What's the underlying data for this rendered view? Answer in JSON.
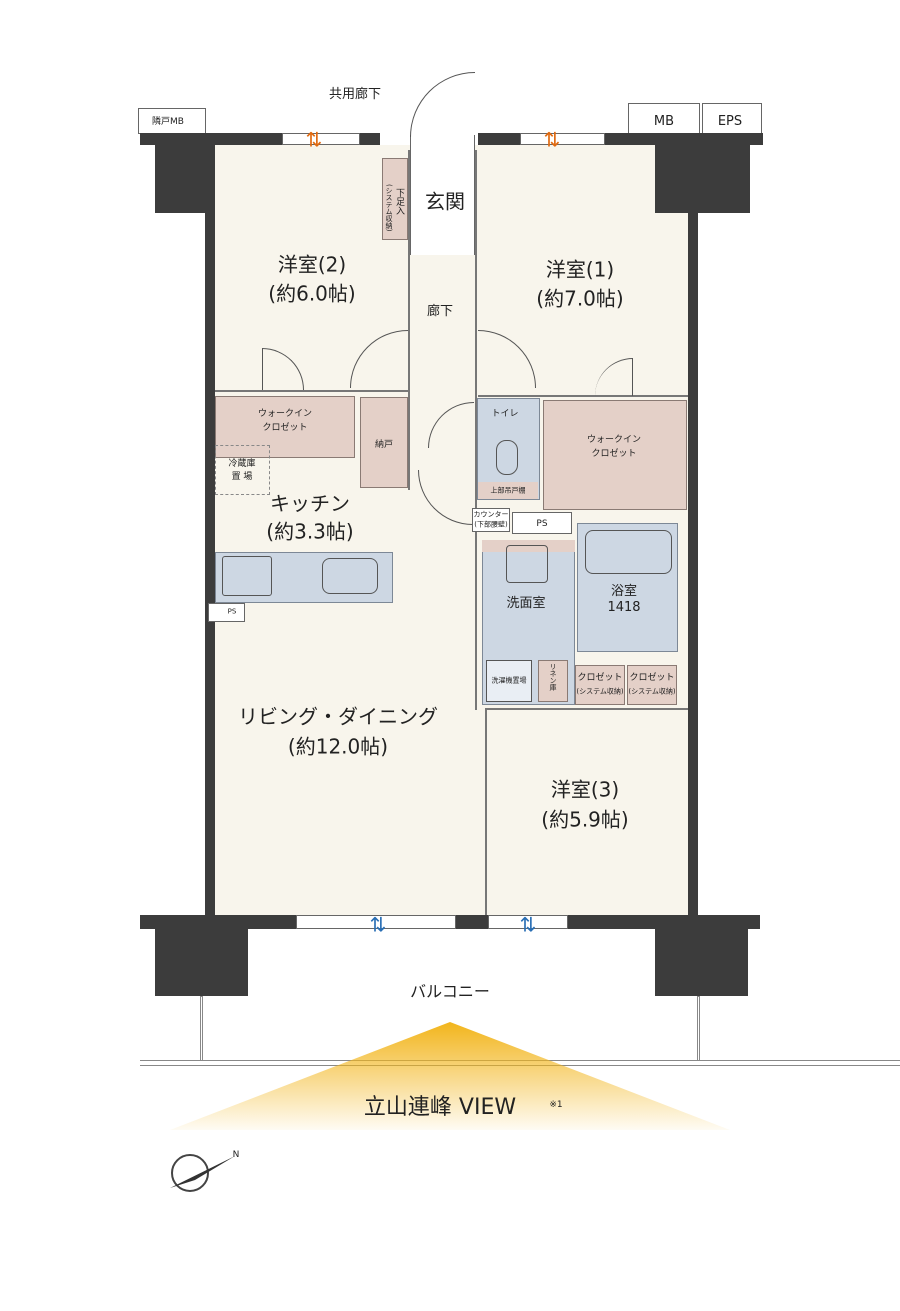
{
  "labels": {
    "common_corridor": "共用廊下",
    "neighbor_mb": "隣戸MB",
    "mb": "MB",
    "eps": "EPS",
    "entrance": "玄関",
    "shoe_storage": "下足入",
    "system_storage": "(システム収納)",
    "hallway": "廊下",
    "room2_name": "洋室(2)",
    "room2_size": "(約6.0帖)",
    "room1_name": "洋室(1)",
    "room1_size": "(約7.0帖)",
    "wic": "ウォークイン",
    "wic2": "クロゼット",
    "storage": "納戸",
    "fridge": "冷蔵庫",
    "fridge2": "置 場",
    "kitchen_name": "キッチン",
    "kitchen_size": "(約3.3帖)",
    "ps": "PS",
    "toilet": "トイレ",
    "upper_cabinet": "上部吊戸棚",
    "counter": "カウンター",
    "counter_sub": "(下部腰壁)",
    "washroom": "洗面室",
    "bath": "浴室",
    "bath_size": "1418",
    "laundry": "洗濯機置場",
    "linen": "リネン庫",
    "closet": "クロゼット",
    "ldk_name": "リビング・ダイニング",
    "ldk_size": "(約12.0帖)",
    "room3_name": "洋室(3)",
    "room3_size": "(約5.9帖)",
    "balcony": "バルコニー",
    "view": "立山連峰 VIEW",
    "view_note": "※1",
    "north": "N"
  },
  "colors": {
    "wall": "#3c3c3c",
    "floor": "#f8f5ec",
    "storage": "#e4d0c8",
    "wet": "#cdd7e3",
    "view": "#f2b51c"
  }
}
